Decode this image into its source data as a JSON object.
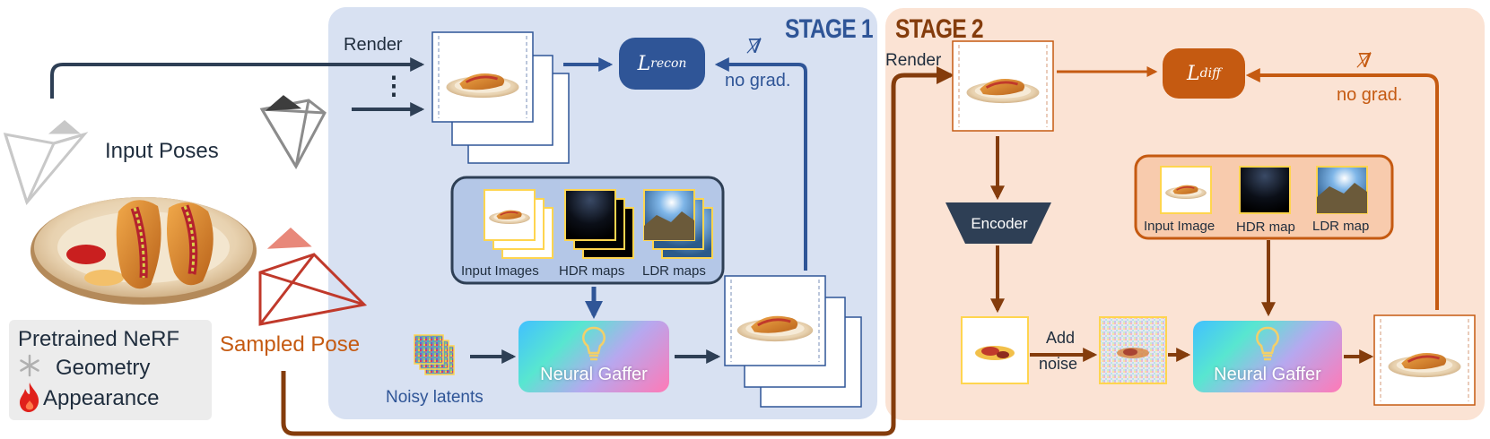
{
  "stage1": {
    "title": "STAGE 1",
    "render_label": "Render",
    "dots": "⋮",
    "loss_main": "L",
    "loss_sub": "recon",
    "no_grad_symbol": "∇̸",
    "no_grad_label": "no grad.",
    "cond_labels": [
      "Input Images",
      "HDR maps",
      "LDR maps"
    ],
    "noisy_label": "Noisy latents",
    "gaffer_label": "Neural Gaffer"
  },
  "stage2": {
    "title": "STAGE 2",
    "render_label": "Render",
    "loss_main": "L",
    "loss_sub": "diff",
    "no_grad_symbol": "∇̸",
    "no_grad_label": "no grad.",
    "encoder_label": "Encoder",
    "cond_labels": [
      "Input Image",
      "HDR map",
      "LDR map"
    ],
    "add_noise_line1": "Add",
    "add_noise_line2": "noise",
    "gaffer_label": "Neural Gaffer"
  },
  "left": {
    "input_poses_label": "Input Poses",
    "sampled_pose_label": "Sampled Pose",
    "legend": {
      "title": "Pretrained NeRF",
      "geometry": "Geometry",
      "appearance": "Appearance",
      "geometry_icon": "snowflake-icon",
      "appearance_icon": "flame-icon"
    }
  },
  "colors": {
    "stage1_bg": "#d8e1f2",
    "stage2_bg": "#fbe3d4",
    "navy": "#2e3f55",
    "blue": "#2f5597",
    "orange": "#c55a11",
    "brown": "#843c0c",
    "yellow_frame": "#ffd54f"
  }
}
